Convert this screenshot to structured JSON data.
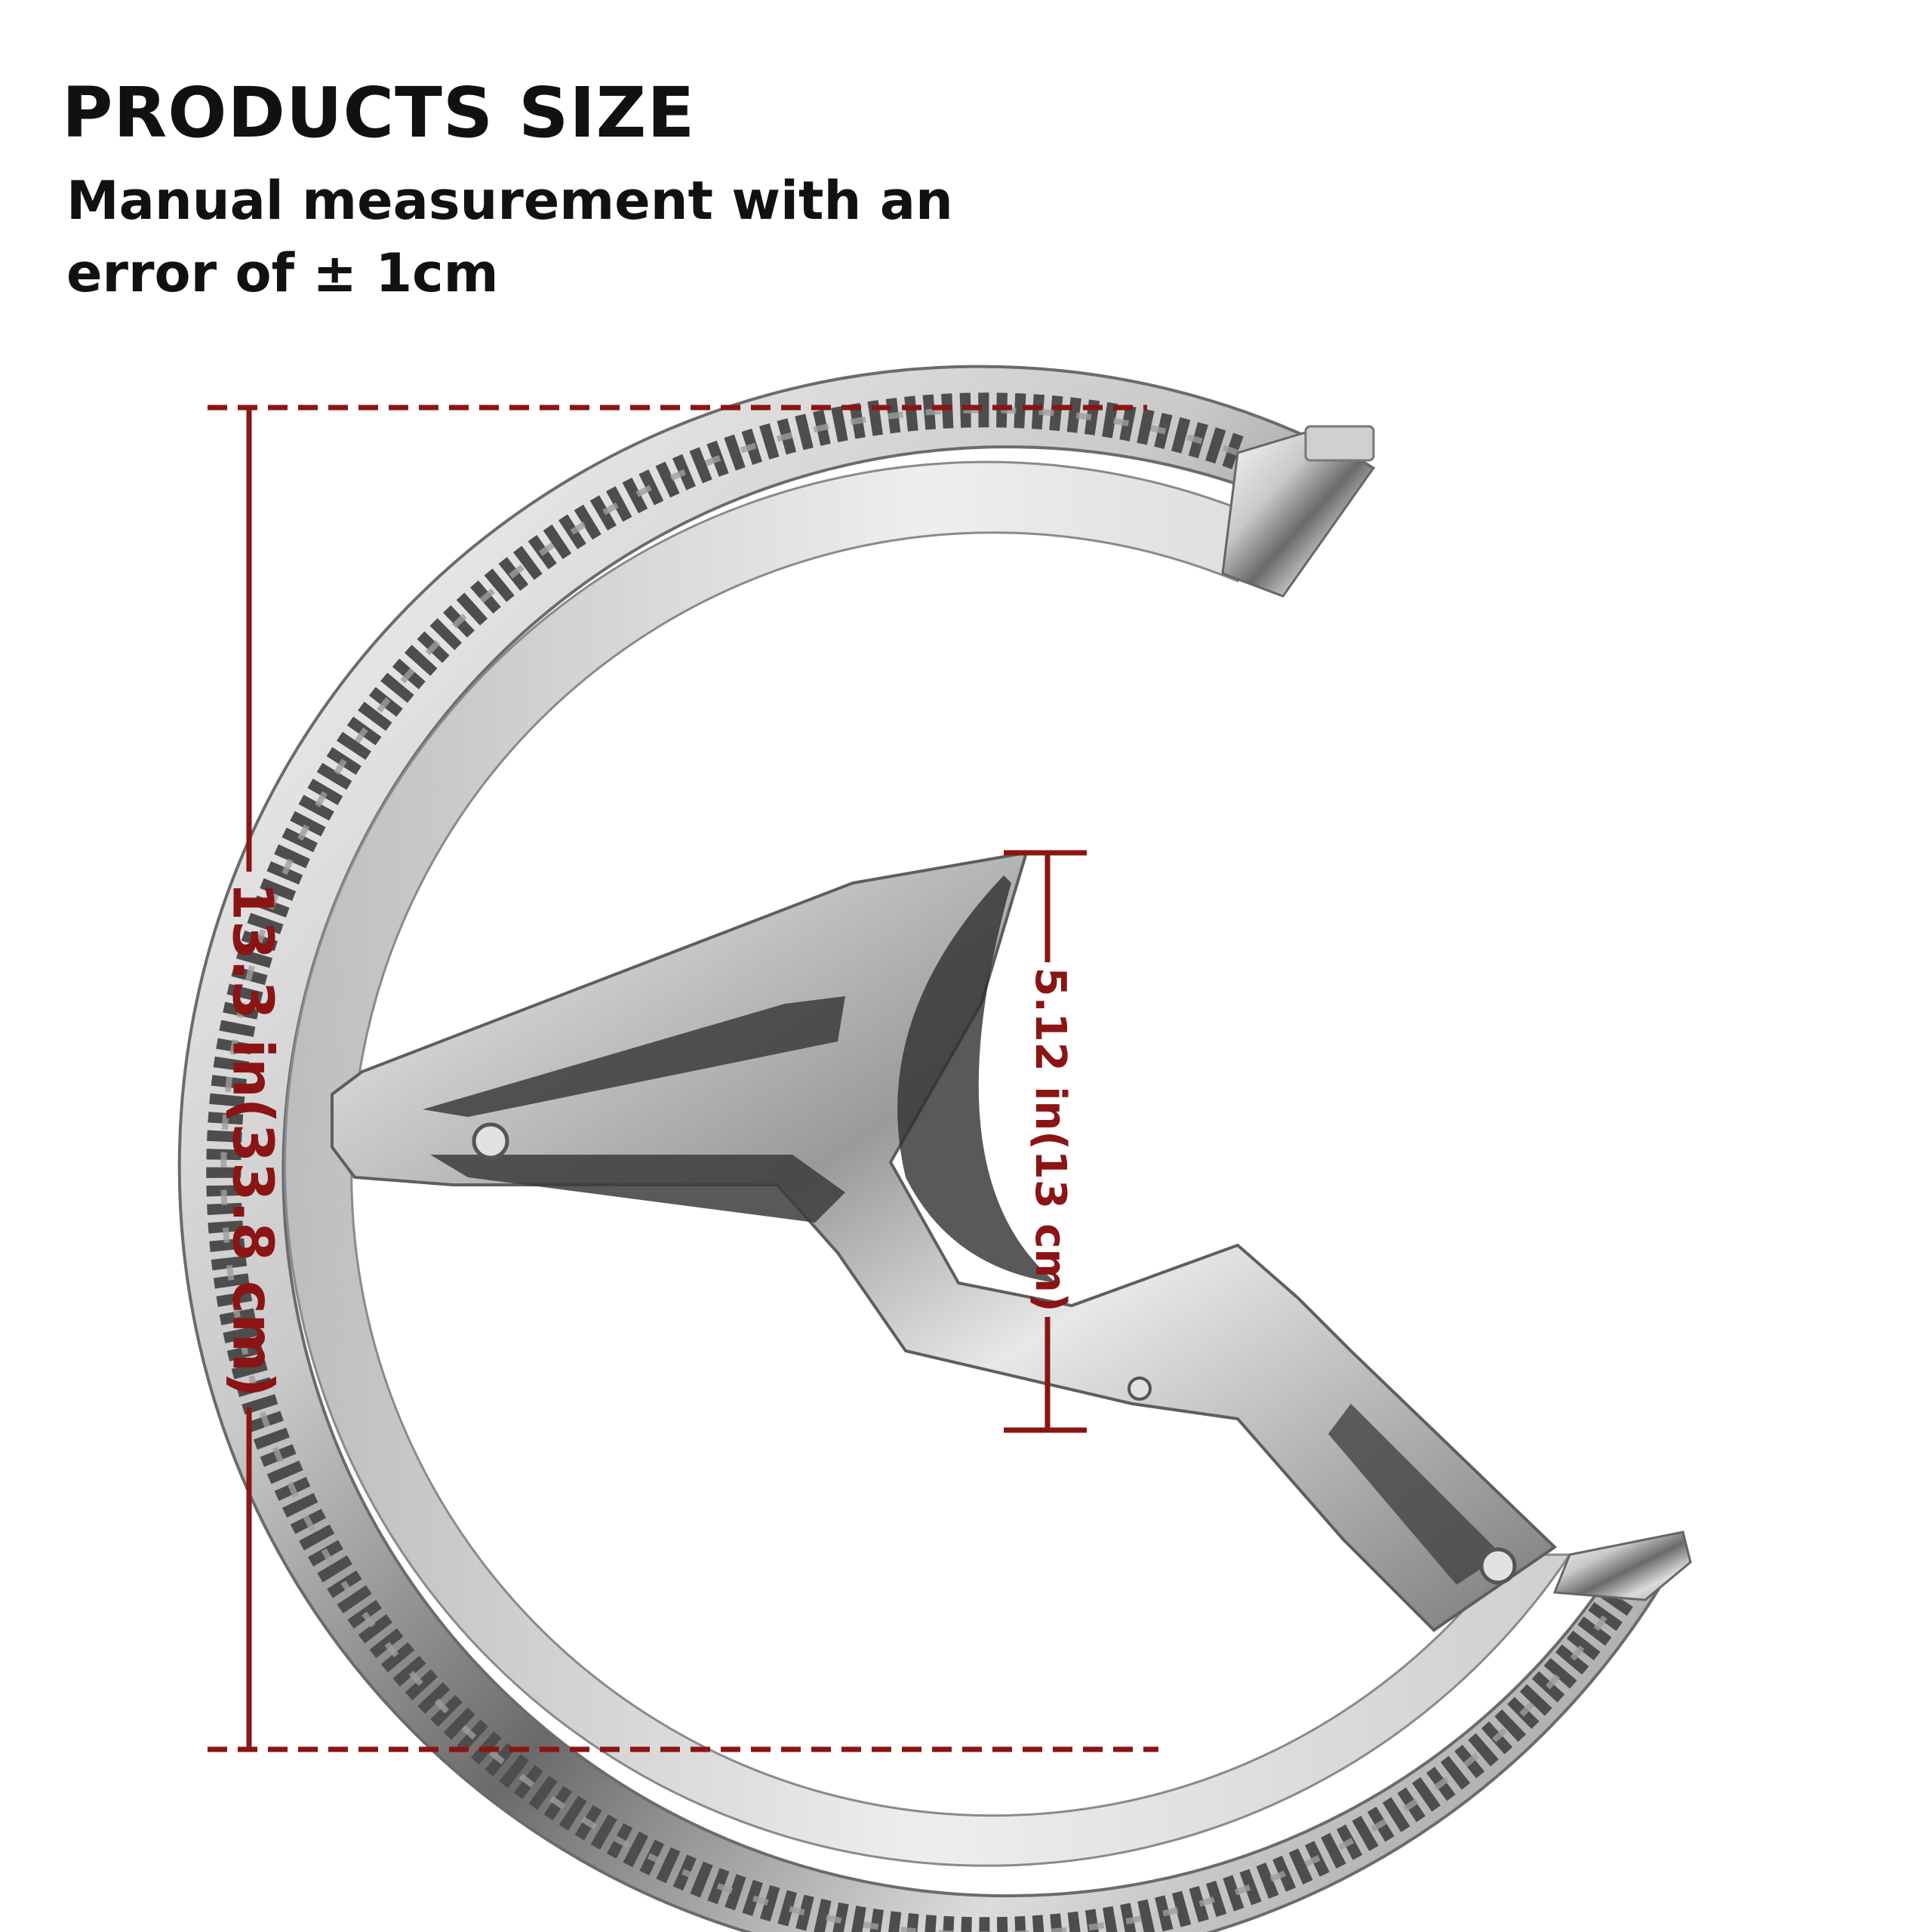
{
  "header": {
    "title": "PRODUCTS SIZE",
    "subtitle_line1": "Manual measurement with an",
    "subtitle_line2": "error of ± 1cm"
  },
  "dimensions": {
    "height_label": "13.3 in(33.8 cm)",
    "inner_label": "5.12 in(13 cm)"
  },
  "colors": {
    "dimension_line": "#8b1414",
    "chrome_light": "#f2f2f2",
    "chrome_mid": "#b9b9b9",
    "chrome_dark": "#4a4a4a",
    "led_strip": "#5a5a5a"
  }
}
